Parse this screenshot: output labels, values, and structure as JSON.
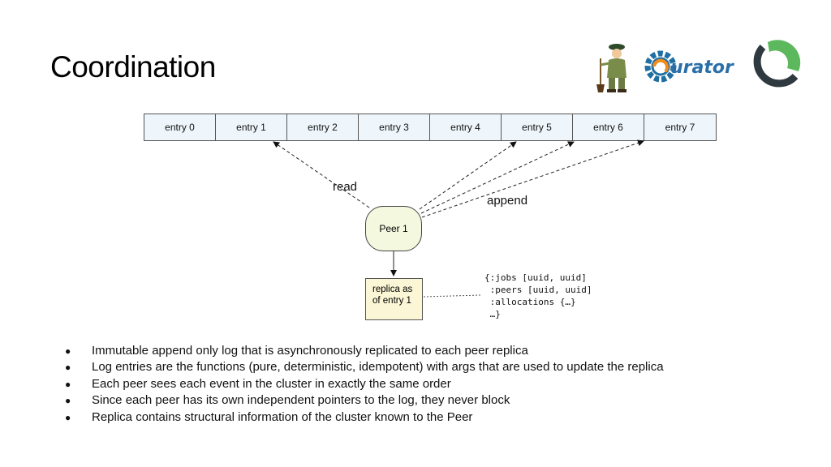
{
  "slide": {
    "title": "Coordination"
  },
  "logos": {
    "figure_icon": "onyx-mascot-icon",
    "curator_text": "urator",
    "curator_icon": "curator-logo-icon",
    "zookeeper_icon": "zookeeper-logo-icon",
    "colors": {
      "green": "#5cb85c",
      "gray": "#555a60",
      "blue": "#1f6fa3",
      "orange": "#f28c1a",
      "dark": "#2f3940"
    }
  },
  "log": {
    "entries": [
      "entry 0",
      "entry 1",
      "entry 2",
      "entry 3",
      "entry 4",
      "entry 5",
      "entry 6",
      "entry 7"
    ],
    "cell_fill": "#eef6fb"
  },
  "diagram": {
    "read_label": "read",
    "append_label": "append",
    "peer_label": "Peer 1",
    "peer_fill": "#f3f8df",
    "replica_label_line1": "replica as",
    "replica_label_line2": "of entry 1",
    "replica_fill": "#fbf6d5",
    "replica_code": "{:jobs [uuid, uuid]\n :peers [uuid, uuid]\n :allocations {…}\n …}"
  },
  "bullets": [
    "Immutable append only log that is asynchronously replicated to each peer replica",
    "Log entries are the functions (pure, deterministic, idempotent) with args that are used to update the replica",
    "Each peer sees each event in the cluster in exactly the same order",
    "Since each peer has its own independent pointers to the log, they never block",
    "Replica contains structural information of the cluster known to the Peer"
  ]
}
